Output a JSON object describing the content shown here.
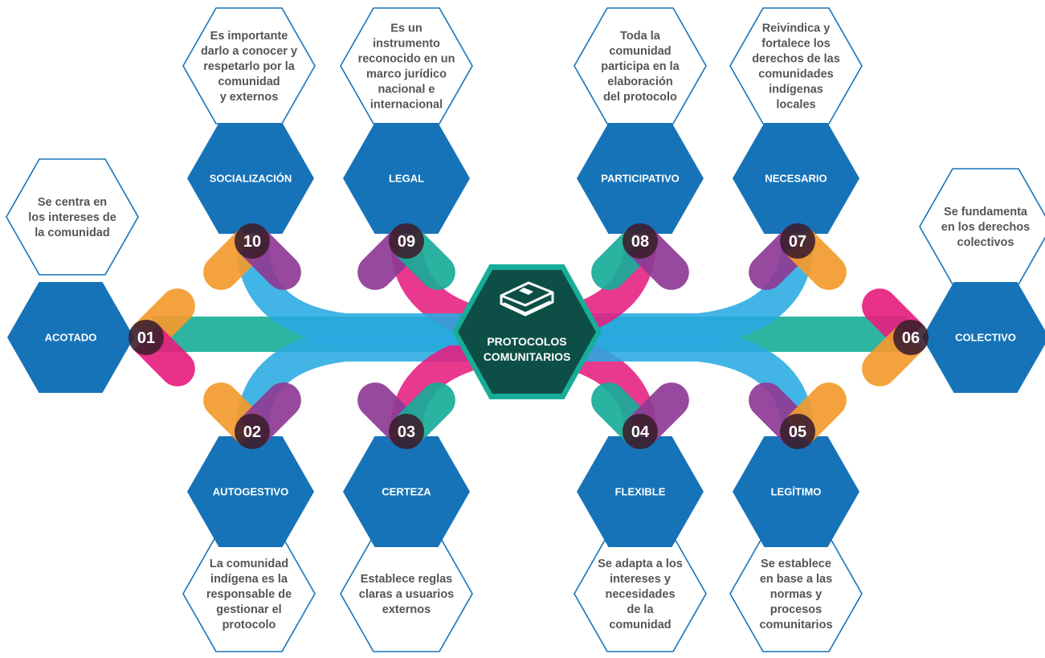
{
  "center": {
    "line1": "PROTOCOLOS",
    "line2": "COMUNITARIOS",
    "icon": "book-icon"
  },
  "colors": {
    "hex_blue": "#1673B8",
    "teal": "#17AD98",
    "cyan": "#28AAE1",
    "magenta": "#E61E7F",
    "orange": "#F39A2D",
    "purple": "#8E3A95",
    "center_fill": "#0D4F46",
    "center_border": "#17AD98",
    "badge": "#3C1F2E",
    "desc_text": "#555555",
    "desc_border": "#1673B8"
  },
  "items": [
    {
      "number": "01",
      "title": "ACOTADO",
      "description": [
        "Se centra en",
        "los intereses de",
        "la comunidad"
      ]
    },
    {
      "number": "02",
      "title": "AUTOGESTIVO",
      "description": [
        "La comunidad",
        "indígena es la",
        "responsable de",
        "gestionar el",
        "protocolo"
      ]
    },
    {
      "number": "03",
      "title": "CERTEZA",
      "description": [
        "Establece reglas",
        "claras a usuarios",
        "externos"
      ]
    },
    {
      "number": "04",
      "title": "FLEXIBLE",
      "description": [
        "Se adapta a los",
        "intereses y",
        "necesidades",
        "de la",
        "comunidad"
      ]
    },
    {
      "number": "05",
      "title": "LEGÍTIMO",
      "description": [
        "Se establece",
        "en base a las",
        "normas y",
        "procesos",
        "comunitarios"
      ]
    },
    {
      "number": "06",
      "title": "COLECTIVO",
      "description": [
        "Se fundamenta",
        "en los derechos",
        "colectivos"
      ]
    },
    {
      "number": "07",
      "title": "NECESARIO",
      "description": [
        "Reivindica y",
        "fortalece los",
        "derechos de las",
        "comunidades",
        "indígenas",
        "locales"
      ]
    },
    {
      "number": "08",
      "title": "PARTICIPATIVO",
      "description": [
        "Toda la",
        "comunidad",
        "participa en la",
        "elaboración",
        "del protocolo"
      ]
    },
    {
      "number": "09",
      "title": "LEGAL",
      "description": [
        "Es un",
        "instrumento",
        "reconocido en un",
        "marco jurídico",
        "nacional e",
        "internacional"
      ]
    },
    {
      "number": "10",
      "title": "SOCIALIZACIÓN",
      "description": [
        "Es importante",
        "darlo a conocer y",
        "respetarlo por la",
        "comunidad",
        "y externos"
      ]
    }
  ]
}
